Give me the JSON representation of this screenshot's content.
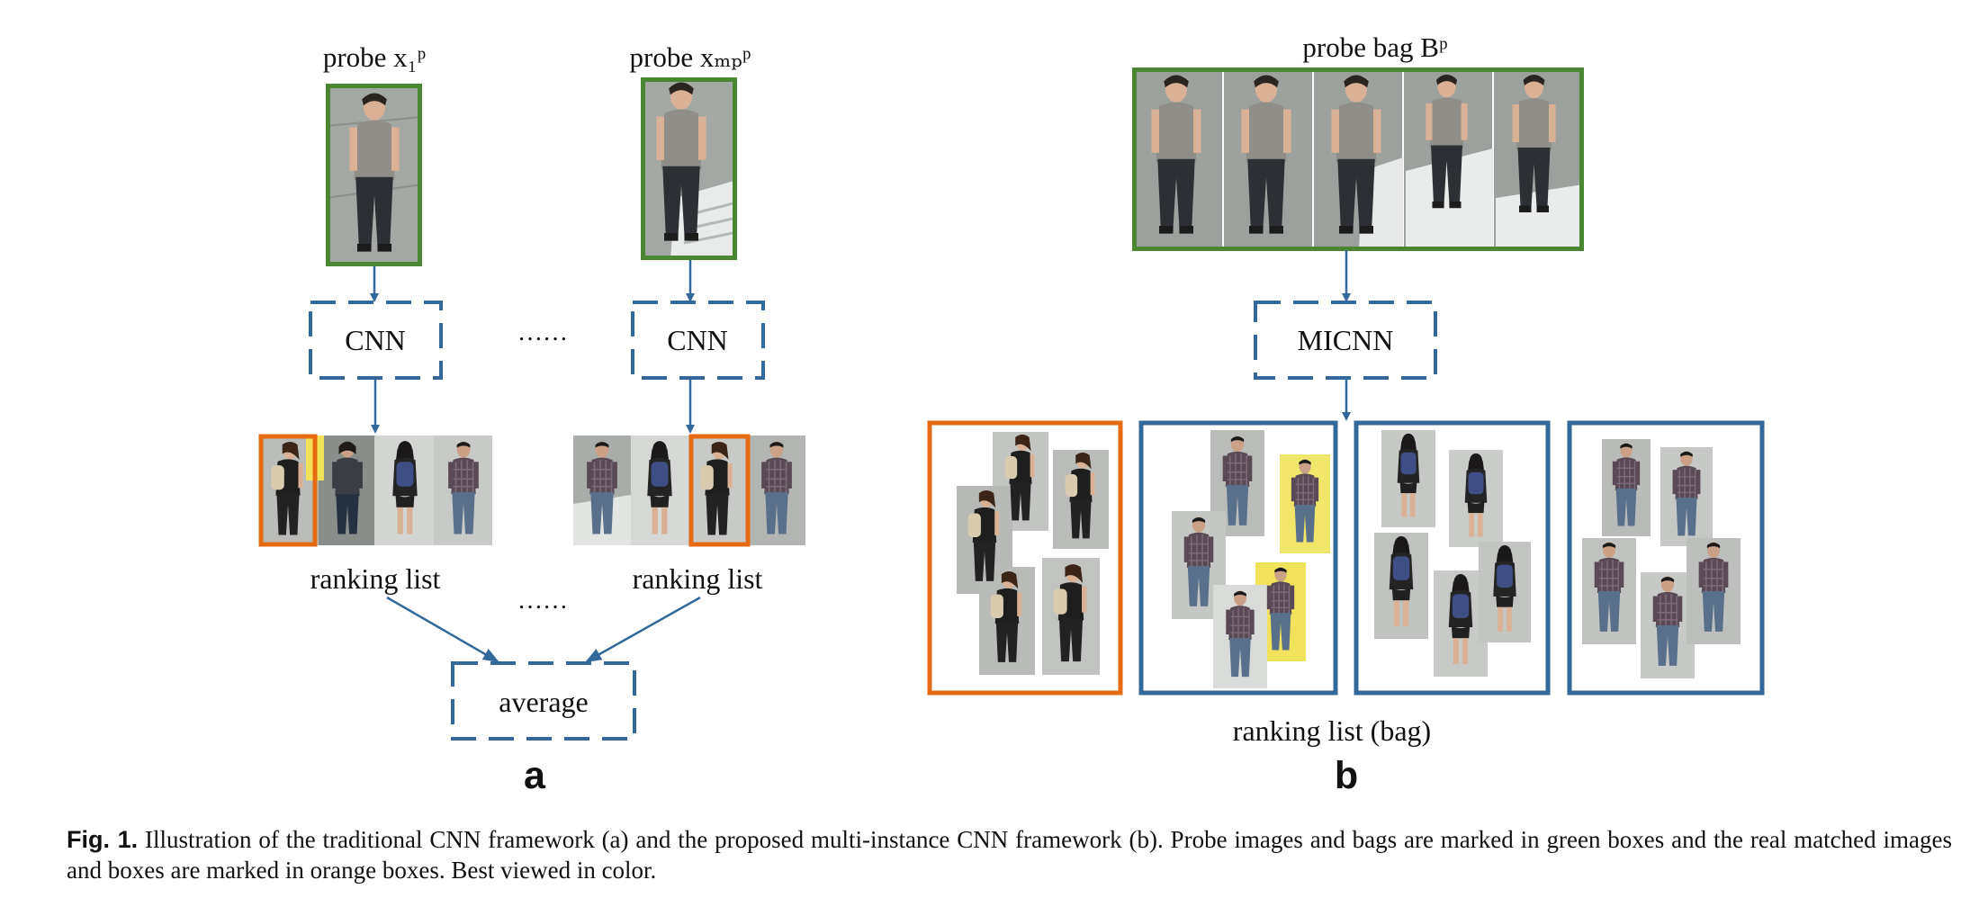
{
  "colors": {
    "blue": "#33699a",
    "green": "#4b8732",
    "orange": "#e56a12",
    "pavement": "#9da19d",
    "skin": "#d9b197",
    "shirt_grey": "#8f8e88",
    "pants_dark": "#2c2f33",
    "hair": "#2b2522"
  },
  "panel_a": {
    "probe1_label": "probe x₁ᵖ",
    "probe2_label": "probe xₘₚᵖ",
    "cnn1_label": "CNN",
    "cnn2_label": "CNN",
    "dots_top": "……",
    "dots_bottom": "……",
    "ranking1_label": "ranking list",
    "ranking2_label": "ranking list",
    "average_label": "average",
    "panel_letter": "a"
  },
  "panel_b": {
    "probe_bag_label": "probe bag Bᵖ",
    "micnn_label": "MICNN",
    "ranking_bag_label": "ranking list (bag)",
    "panel_letter": "b"
  },
  "caption": {
    "fig_label": "Fig. 1.",
    "text": "Illustration of the traditional CNN framework (a) and the proposed multi-instance CNN framework (b). Probe images and bags are marked in green boxes and the real matched images and boxes are marked in orange boxes. Best viewed in color."
  }
}
